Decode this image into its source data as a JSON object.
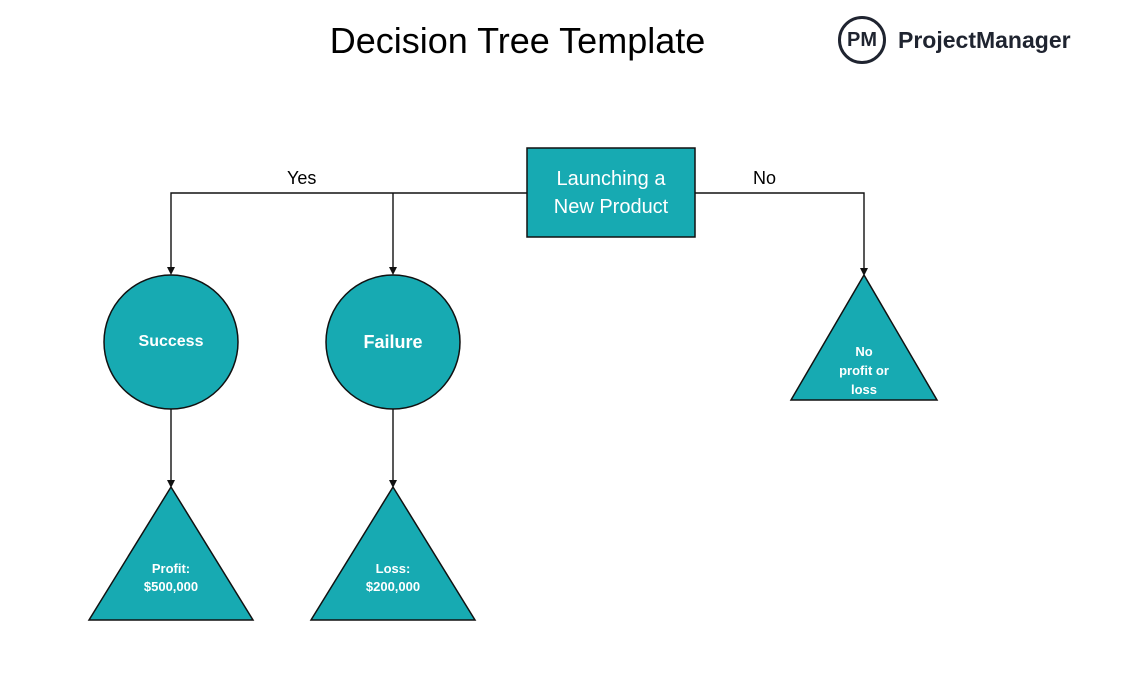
{
  "title": "Decision Tree Template",
  "brand": {
    "mark": "PM",
    "name": "ProjectManager"
  },
  "colors": {
    "node_fill": "#17aab2",
    "node_stroke": "#111111",
    "edge": "#111111"
  },
  "tree": {
    "root": {
      "shape": "rectangle",
      "label": "Launching a New Product"
    },
    "edges": {
      "yes": "Yes",
      "no": "No"
    },
    "chance_nodes": [
      {
        "shape": "circle",
        "label": "Success"
      },
      {
        "shape": "circle",
        "label": "Failure"
      }
    ],
    "end_nodes": [
      {
        "shape": "triangle",
        "label_line1": "Profit:",
        "label_line2": "$500,000"
      },
      {
        "shape": "triangle",
        "label_line1": "Loss:",
        "label_line2": "$200,000"
      },
      {
        "shape": "triangle",
        "label_line1": "No",
        "label_line2": "profit or",
        "label_line3": "loss"
      }
    ]
  }
}
